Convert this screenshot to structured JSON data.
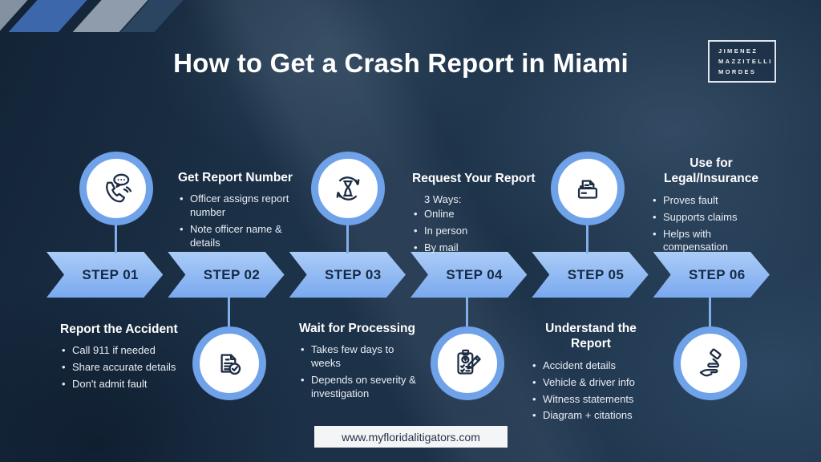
{
  "title": "How to Get a Crash Report in Miami",
  "logo": {
    "lines": [
      "JIMENEZ",
      "MAZZITELLI",
      "MORDES"
    ]
  },
  "footer": {
    "website": "www.myfloridalitigators.com"
  },
  "colors": {
    "background_navy": "#1d3349",
    "arrow_blue_top": "#abccf7",
    "arrow_blue_bottom": "#7aa9ef",
    "circle_ring_blue": "#6fa2e8",
    "step_label_text": "#152a44",
    "heading_text": "#ffffff",
    "body_text": "#e9eef5"
  },
  "steps": [
    {
      "label": "STEP 01",
      "icon": "phone-call-icon",
      "heading": "Report the Accident",
      "bullets": [
        "Call 911 if needed",
        "Share accurate details",
        "Don't admit fault"
      ]
    },
    {
      "label": "STEP 02",
      "icon": "report-document-check-icon",
      "heading": "Get Report Number",
      "bullets": [
        "Officer assigns report number",
        "Note officer name & details"
      ]
    },
    {
      "label": "STEP 03",
      "icon": "hourglass-processing-icon",
      "heading": "Wait for Processing",
      "bullets": [
        "Takes few days to weeks",
        "Depends on severity & investigation"
      ]
    },
    {
      "label": "STEP 04",
      "icon": "clipboard-request-icon",
      "heading": "Request Your Report",
      "intro": "3 Ways:",
      "bullets": [
        "Online",
        "In person",
        "By mail"
      ]
    },
    {
      "label": "STEP 05",
      "icon": "document-tray-icon",
      "heading": "Understand the Report",
      "bullets": [
        "Accident details",
        "Vehicle & driver info",
        "Witness statements",
        "Diagram + citations"
      ]
    },
    {
      "label": "STEP 06",
      "icon": "gavel-hand-icon",
      "heading": "Use for Legal/Insurance",
      "bullets": [
        "Proves fault",
        "Supports claims",
        "Helps with compensation"
      ]
    }
  ]
}
